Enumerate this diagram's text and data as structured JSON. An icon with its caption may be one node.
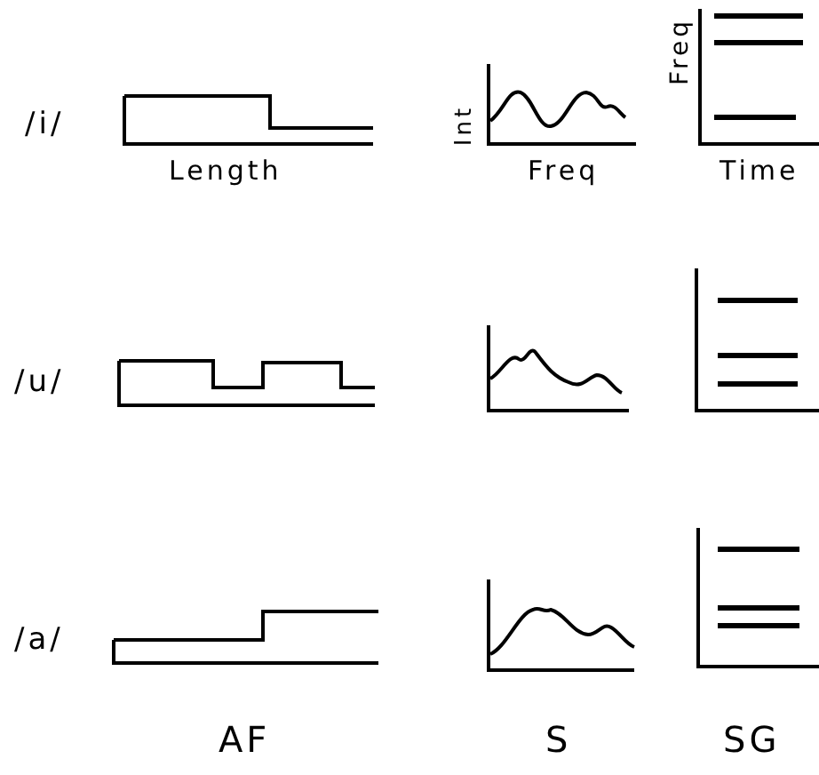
{
  "diagram": {
    "labels": [
      "/i/",
      "Length",
      "Int",
      "Freq",
      "Freq",
      "Time",
      "/u/",
      "/a/",
      "AF",
      "S",
      "SG"
    ]
  }
}
